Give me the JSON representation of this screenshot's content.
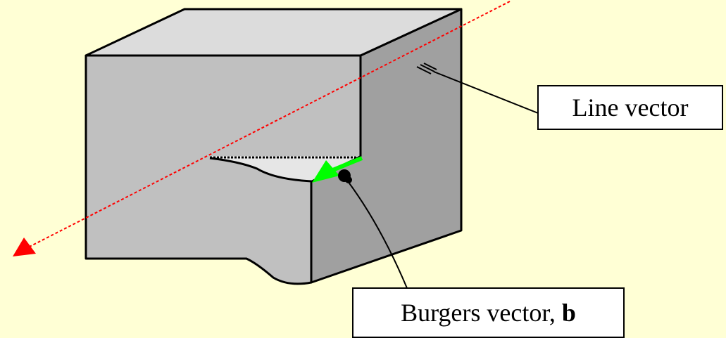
{
  "colors": {
    "background": "#ffffd5",
    "dislocation_line": "#ff0000",
    "burgers_arrow": "#00ff00",
    "block_front": "#c0c0c0",
    "block_side": "#a0a0a0",
    "block_top": "#dcdcdc"
  },
  "labels": {
    "line_vector": "Line vector",
    "burgers_vector_text": "Burgers vector,",
    "burgers_vector_symbol": "b"
  }
}
